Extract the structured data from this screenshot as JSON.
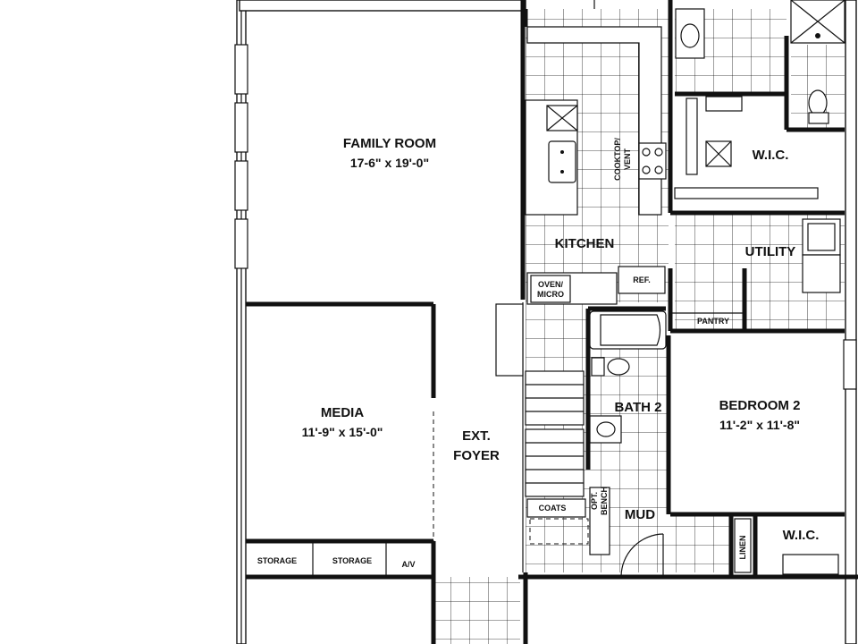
{
  "rooms": {
    "family_room": {
      "name": "FAMILY ROOM",
      "size": "17-6\" x 19'-0\""
    },
    "media": {
      "name": "MEDIA",
      "size": "11'-9\" x 15'-0\""
    },
    "foyer": {
      "line1": "EXT.",
      "line2": "FOYER"
    },
    "kitchen": {
      "name": "KITCHEN"
    },
    "wic_master": {
      "name": "W.I.C."
    },
    "utility": {
      "name": "UTILITY"
    },
    "bath2": {
      "name": "BATH 2"
    },
    "bedroom2": {
      "name": "BEDROOM 2",
      "size": "11'-2\" x 11'-8\""
    },
    "wic_bed2": {
      "name": "W.I.C."
    },
    "mud": {
      "name": "MUD"
    }
  },
  "labels": {
    "oven_micro_1": "OVEN/",
    "oven_micro_2": "MICRO",
    "ref": "REF.",
    "cooktop_1": "COOKTOP/",
    "cooktop_2": "VENT",
    "pantry": "PANTRY",
    "storage_1": "STORAGE",
    "storage_2": "STORAGE",
    "av": "A/V",
    "coats": "COATS",
    "opt_bench_1": "OPT.",
    "opt_bench_2": "BENCH",
    "linen": "LINEN"
  }
}
